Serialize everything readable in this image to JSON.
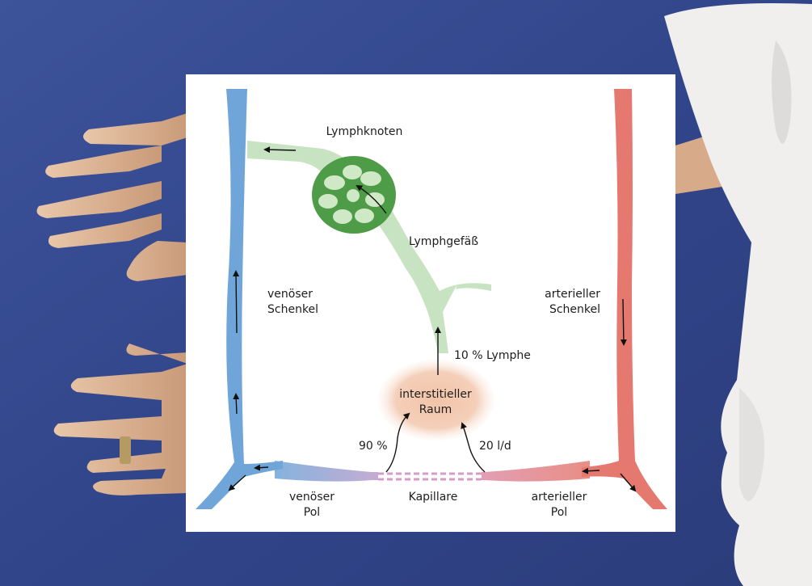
{
  "labels": {
    "lymph_node": "Lymphknoten",
    "lymph_vessel": "Lymphgefäß",
    "venous_limb": [
      "venöser",
      "Schenkel"
    ],
    "arterial_limb": [
      "arterieller",
      "Schenkel"
    ],
    "lymph_fraction": "10 % Lymphe",
    "interstitial_space": [
      "interstitieller",
      "Raum"
    ],
    "reabsorption_fraction": "90 %",
    "filtration_volume": "20 l/d",
    "venous_pole": [
      "venöser",
      "Pol"
    ],
    "capillary": "Kapillare",
    "arterial_pole": [
      "arterieller",
      "Pol"
    ]
  },
  "colors": {
    "vein": "#6fa5d8",
    "artery": "#e6796f",
    "lymph_vessel": "#c8e3c2",
    "lymph_node": "#4e9c47",
    "interstitium": "#f3cbb3",
    "capillary_mid": "#d79bc8",
    "background_cloth": "#33478a",
    "diagram_bg": "#ffffff"
  },
  "icons": [
    "arrow-icon"
  ]
}
